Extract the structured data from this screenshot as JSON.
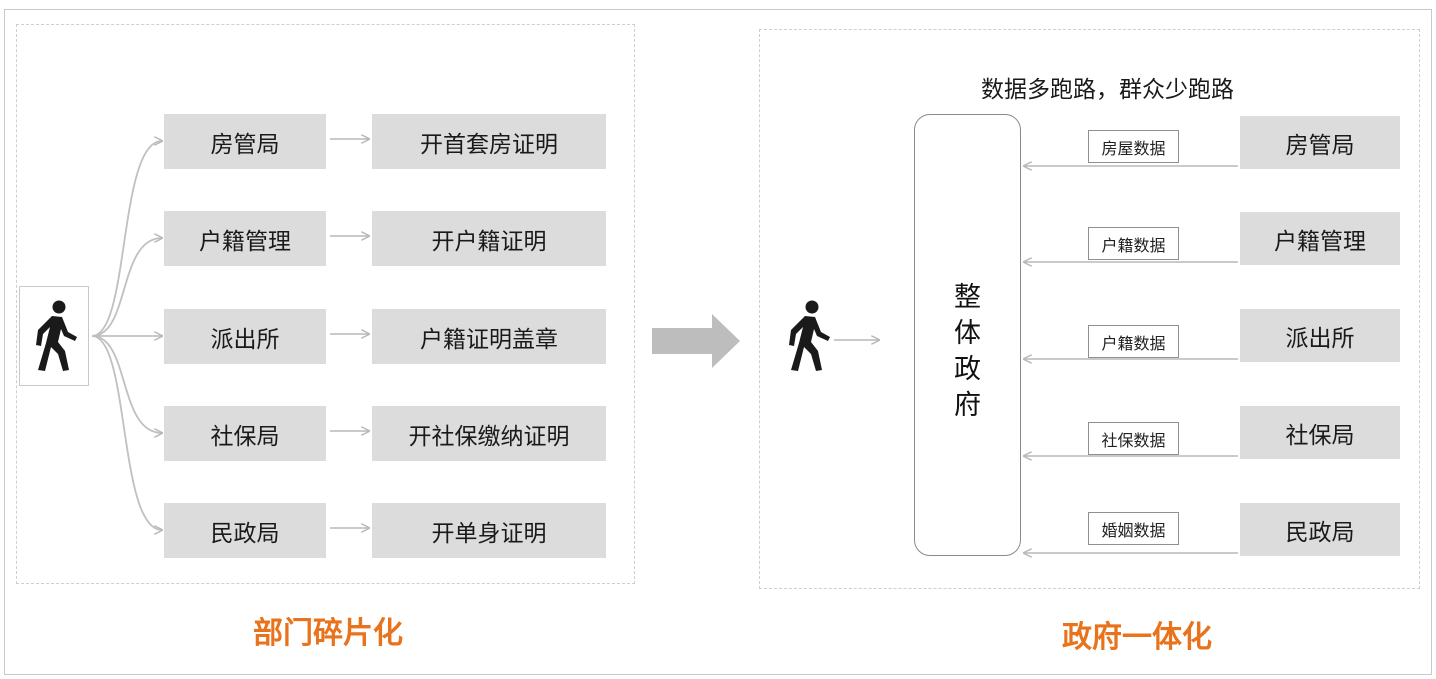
{
  "left": {
    "caption": "部门碎片化",
    "rows": [
      {
        "dept": "房管局",
        "task": "开首套房证明"
      },
      {
        "dept": "户籍管理",
        "task": "开户籍证明"
      },
      {
        "dept": "派出所",
        "task": "户籍证明盖章"
      },
      {
        "dept": "社保局",
        "task": "开社保缴纳证明"
      },
      {
        "dept": "民政局",
        "task": "开单身证明"
      }
    ]
  },
  "right": {
    "caption": "政府一体化",
    "slogan": "数据多跑路，群众少跑路",
    "center_chars": [
      "整",
      "体",
      "政",
      "府"
    ],
    "rows": [
      {
        "dept": "房管局",
        "data": "房屋数据"
      },
      {
        "dept": "户籍管理",
        "data": "户籍数据"
      },
      {
        "dept": "派出所",
        "data": "户籍数据"
      },
      {
        "dept": "社保局",
        "data": "社保数据"
      },
      {
        "dept": "民政局",
        "data": "婚姻数据"
      }
    ]
  },
  "icons": {
    "person": "walking-person-icon",
    "transition": "arrow-right-icon"
  },
  "colors": {
    "caption": "#e8731c",
    "box_fill": "#dcdcdc",
    "connector": "#bdbdbd"
  }
}
